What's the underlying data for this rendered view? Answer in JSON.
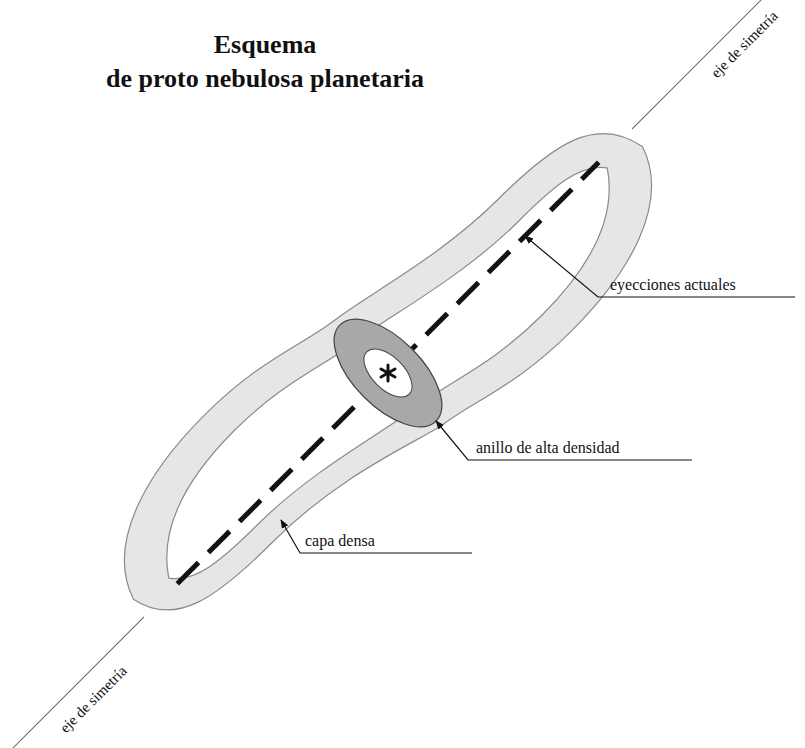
{
  "diagram": {
    "title": "Esquema de proto nebulosa planetaria",
    "labels": [
      "eje de simetría",
      "eyecciones actuales",
      "anillo de alta densidad",
      "capa densa",
      "eje de simetría"
    ]
  }
}
